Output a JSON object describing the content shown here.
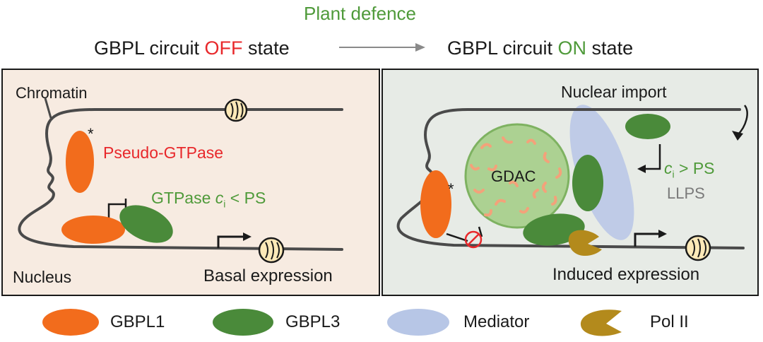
{
  "header": {
    "title": "Plant defence",
    "off_prefix": "GBPL circuit ",
    "off_word": "OFF",
    "off_suffix": " state",
    "on_prefix": "GBPL circuit ",
    "on_word": "ON",
    "on_suffix": " state"
  },
  "off_panel": {
    "chromatin": "Chromatin",
    "pseudo_gtpase": "Pseudo-GTPase",
    "gtpase": "GTPase ",
    "c": "c",
    "i": "i",
    "lt_ps": " < PS",
    "asterisk": "*",
    "nucleus": "Nucleus",
    "basal_expression": "Basal expression"
  },
  "on_panel": {
    "nuclear_import": "Nuclear import",
    "gdac": "GDAC",
    "c": "c",
    "i": "i",
    "gt_ps": " > PS",
    "llps": "LLPS",
    "asterisk": "*",
    "induced_expression": "Induced expression"
  },
  "legend": {
    "gbpl1": "GBPL1",
    "gbpl3": "GBPL3",
    "mediator": "Mediator",
    "pol2": "Pol II"
  },
  "colors": {
    "gbpl1_orange": "#f26c1c",
    "gbpl3_green": "#4a8a3a",
    "mediator_blue": "#b7c6e6",
    "pol2_gold": "#b38a1c",
    "off_red": "#e8282b",
    "on_green": "#4f9a3a",
    "chromatin_gray": "#4a4a4a",
    "gdac_fill": "#a9d08e"
  }
}
